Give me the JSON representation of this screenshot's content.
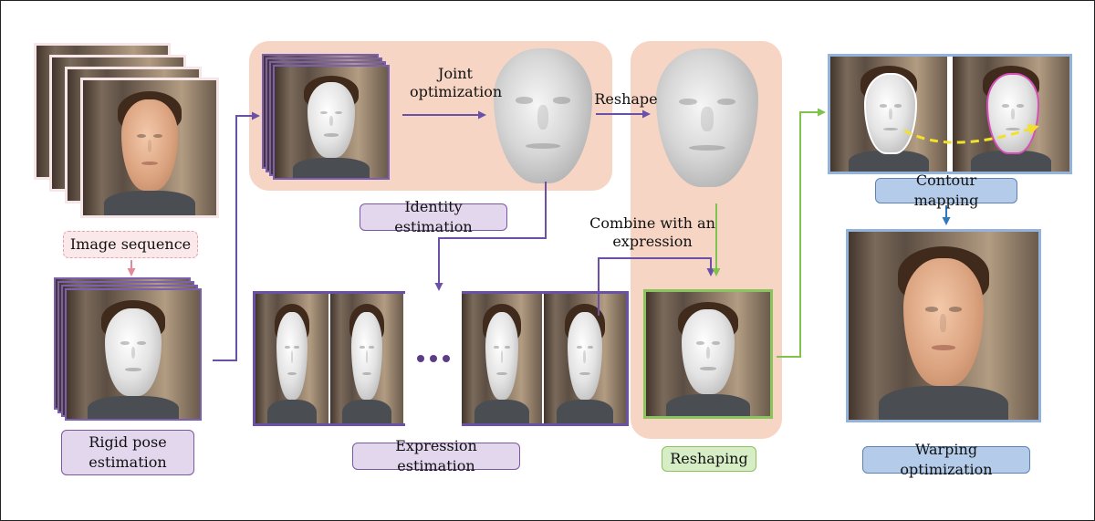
{
  "labels": {
    "image_sequence": "Image sequence",
    "rigid_pose": "Rigid pose estimation",
    "identity": "Identity estimation",
    "expression": "Expression estimation",
    "reshaping": "Reshaping",
    "contour": "Contour mapping",
    "warping": "Warping optimization"
  },
  "notes": {
    "joint": "Joint optimization",
    "reshape": "Reshape",
    "combine": "Combine with an expression"
  },
  "colors": {
    "purple_arrow": "#6b50a8",
    "green_arrow": "#7fc24e",
    "blue_arrow": "#2f79c0",
    "pink_arrow": "#e48a9a",
    "yellow_arrow": "#f2e02b",
    "panel": "#f6d5c4"
  }
}
